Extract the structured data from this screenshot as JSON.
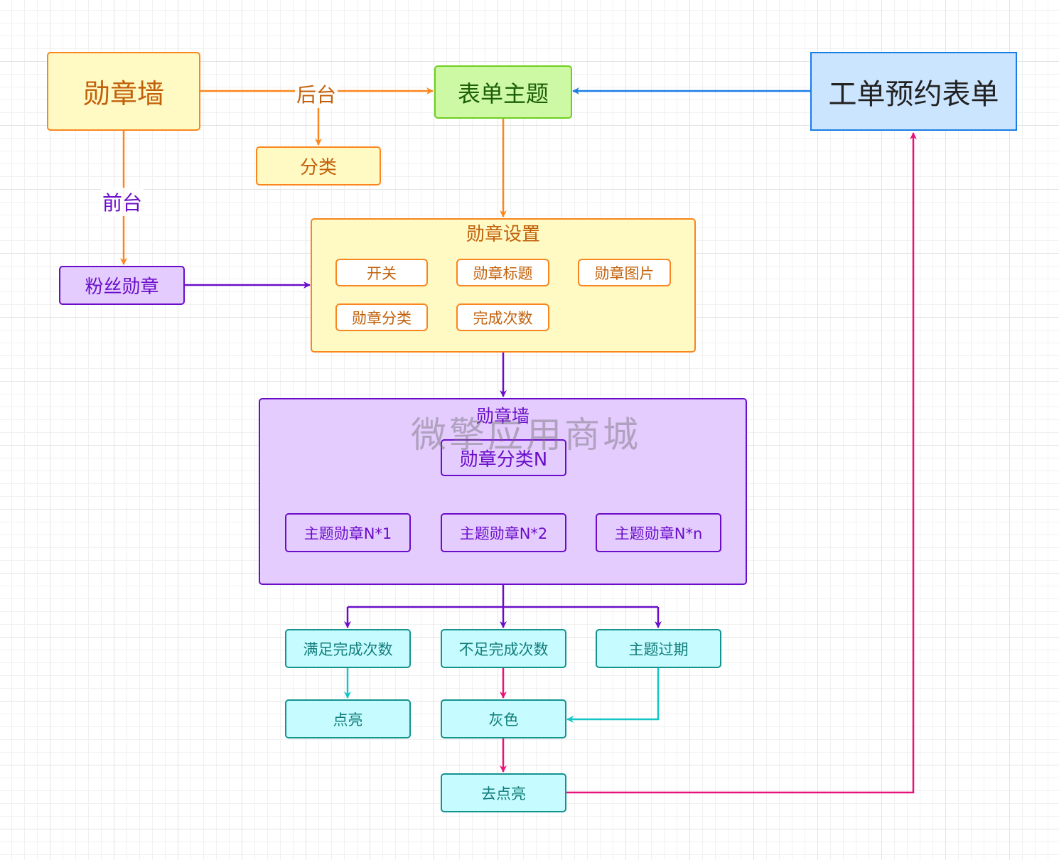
{
  "nodes": {
    "badge_wall": "勋章墙",
    "form_theme": "表单主题",
    "work_order_form": "工单预约表单",
    "category": "分类",
    "fan_badge": "粉丝勋章",
    "badge_settings": {
      "title": "勋章设置",
      "items": [
        "开关",
        "勋章标题",
        "勋章图片",
        "勋章分类",
        "完成次数"
      ]
    },
    "badge_wall_group": {
      "title": "勋章墙",
      "category_n": "勋章分类N",
      "themes": [
        "主题勋章N*1",
        "主题勋章N*2",
        "主题勋章N*n"
      ]
    },
    "meet_count": "满足完成次数",
    "not_meet_count": "不足完成次数",
    "theme_expired": "主题过期",
    "light_up": "点亮",
    "gray": "灰色",
    "go_light_up": "去点亮"
  },
  "edge_labels": {
    "backend": "后台",
    "frontend": "前台"
  },
  "watermark": "微擎应用商城",
  "colors": {
    "orange": "#f9861e",
    "purple": "#6a0dc8",
    "blue": "#1a7de5",
    "cyan": "#14c6c6",
    "pink": "#e8127a"
  }
}
